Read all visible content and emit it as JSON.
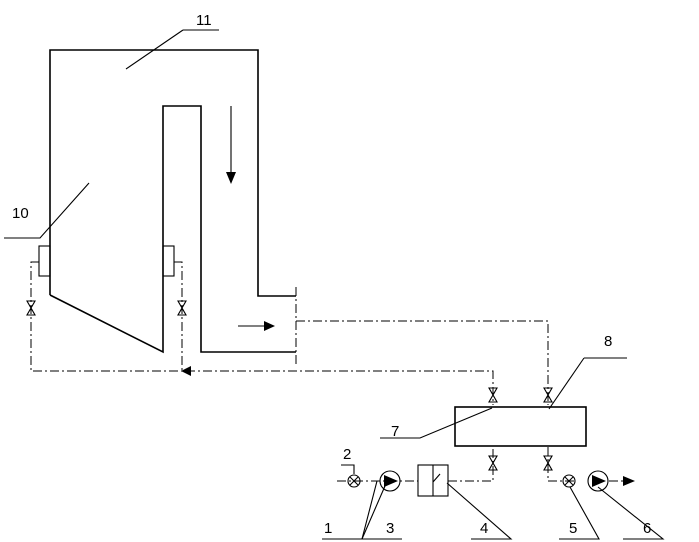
{
  "labels": {
    "l1": "1",
    "l2": "2",
    "l3": "3",
    "l4": "4",
    "l5": "5",
    "l6": "6",
    "l7": "7",
    "l8": "8",
    "l10": "10",
    "l11": "11"
  }
}
